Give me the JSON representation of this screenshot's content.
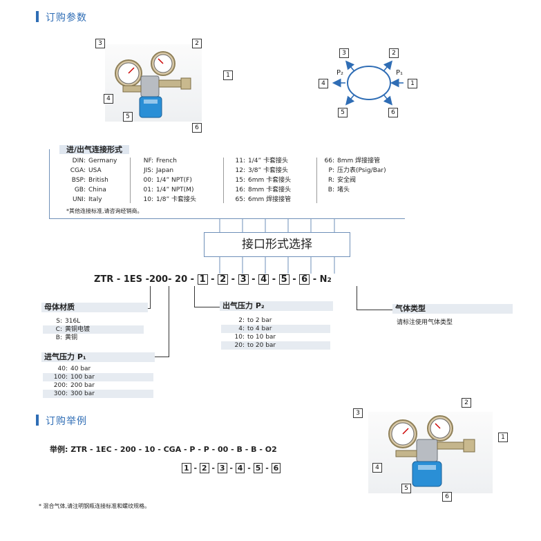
{
  "section1_title": "订购参数",
  "section2_title": "订购举例",
  "top_photo_labels": {
    "n1": "1",
    "n2": "2",
    "n3": "3",
    "n4": "4",
    "n5": "5",
    "n6": "6"
  },
  "ring_diagram": {
    "p2": "P₂",
    "p1": "P₁",
    "n1": "1",
    "n2": "2",
    "n3": "3",
    "n4": "4",
    "n5": "5",
    "n6": "6"
  },
  "connections": {
    "title": "进/出气连接形式",
    "col1": [
      {
        "k": "DIN:",
        "v": "Germany"
      },
      {
        "k": "CGA:",
        "v": "USA"
      },
      {
        "k": "BSP:",
        "v": "British"
      },
      {
        "k": "GB:",
        "v": "China"
      },
      {
        "k": "UNI:",
        "v": "Italy"
      }
    ],
    "col2": [
      {
        "k": "NF:",
        "v": "French"
      },
      {
        "k": "JIS:",
        "v": "Japan"
      },
      {
        "k": "00:",
        "v": "1/4” NPT(F)"
      },
      {
        "k": "01:",
        "v": "1/4” NPT(M)"
      },
      {
        "k": "10:",
        "v": "1/8” 卡套接头"
      }
    ],
    "col3": [
      {
        "k": "11:",
        "v": "1/4” 卡套接头"
      },
      {
        "k": "12:",
        "v": "3/8” 卡套接头"
      },
      {
        "k": "15:",
        "v": "6mm 卡套接头"
      },
      {
        "k": "16:",
        "v": "8mm 卡套接头"
      },
      {
        "k": "65:",
        "v": "6mm 焊接接管"
      }
    ],
    "col4": [
      {
        "k": "66:",
        "v": "8mm 焊接接管"
      },
      {
        "k": "P:",
        "v": "压力表(Psig/Bar)"
      },
      {
        "k": "R:",
        "v": "安全阀"
      },
      {
        "k": "B:",
        "v": "堵头"
      }
    ],
    "note": "*其他连接标准,请咨询经销商。"
  },
  "interface_select": "接口形式选择",
  "model_code": {
    "prefix": "ZTR - 1ES -200- 20 -",
    "d1": "1",
    "d2": "2",
    "d3": "3",
    "d4": "4",
    "d5": "5",
    "d6": "6",
    "dash": "-",
    "suffix": "N",
    "suffix_sub": "2"
  },
  "body_material": {
    "title": "母体材质",
    "rows": [
      {
        "k": "S:",
        "v": "316L"
      },
      {
        "k": "C:",
        "v": "黄铜电镀"
      },
      {
        "k": "B:",
        "v": "黄铜"
      }
    ]
  },
  "inlet_pressure": {
    "title": "进气压力 P₁",
    "rows": [
      {
        "k": "40:",
        "v": "40 bar"
      },
      {
        "k": "100:",
        "v": "100 bar"
      },
      {
        "k": "200:",
        "v": "200 bar"
      },
      {
        "k": "300:",
        "v": "300 bar"
      }
    ]
  },
  "outlet_pressure": {
    "title": "出气压力 P₂",
    "rows": [
      {
        "k": "2:",
        "v": "to 2 bar"
      },
      {
        "k": "4:",
        "v": "to 4 bar"
      },
      {
        "k": "10:",
        "v": "to 10 bar"
      },
      {
        "k": "20:",
        "v": "to 20 bar"
      }
    ]
  },
  "gas_type": {
    "title": "气体类型",
    "desc": "请标注使用气体类型"
  },
  "example": {
    "label": "举例: ZTR - 1EC - 200 - 10 - CGA - P - P - 00 - B - B - O2",
    "boxes": [
      "1",
      "2",
      "3",
      "4",
      "5",
      "6"
    ],
    "dash": "-"
  },
  "bottom_photo_labels": {
    "n1": "1",
    "n2": "2",
    "n3": "3",
    "n4": "4",
    "n5": "5",
    "n6": "6"
  },
  "footnote": "* 混合气体,请注明钢瓶连接标准和螺纹规格。",
  "colors": {
    "accent": "#2f6db5",
    "knob": "#2a8fd6",
    "shade": "#e6ebf1"
  }
}
